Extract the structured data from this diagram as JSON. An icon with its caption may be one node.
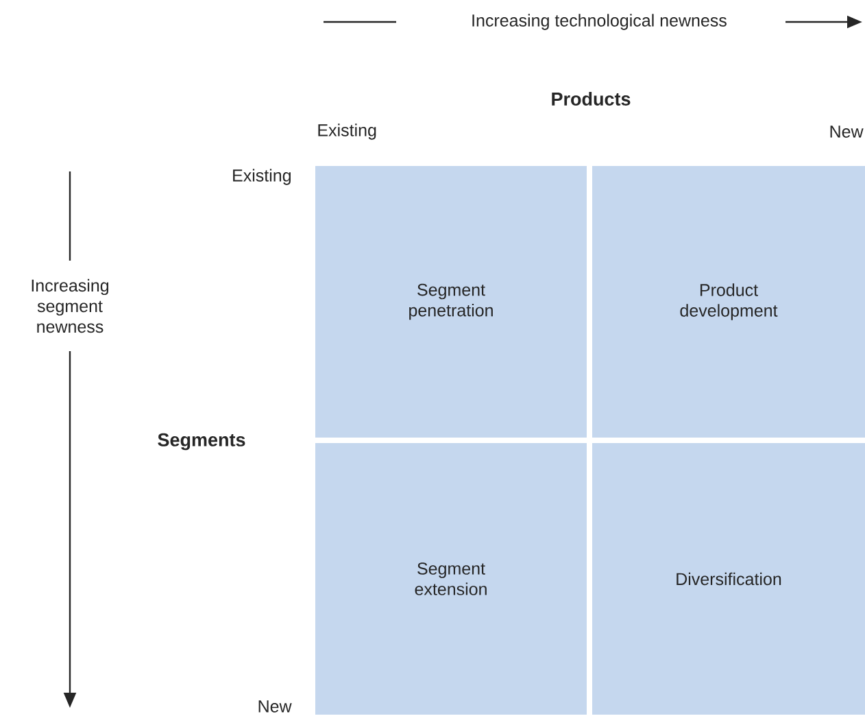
{
  "diagram": {
    "nodes": [
      {
        "text": [
          "Segment penetration"
        ]
      },
      {
        "text": [
          "Product development"
        ]
      },
      {
        "text": [
          "Segment extension"
        ]
      },
      {
        "text": [
          "Diversification"
        ]
      }
    ],
    "labels": [
      "Increasing technological newness",
      "Products",
      "Existing",
      "New",
      "Existing",
      "Increasing segment newness",
      "Segments",
      "New"
    ]
  }
}
